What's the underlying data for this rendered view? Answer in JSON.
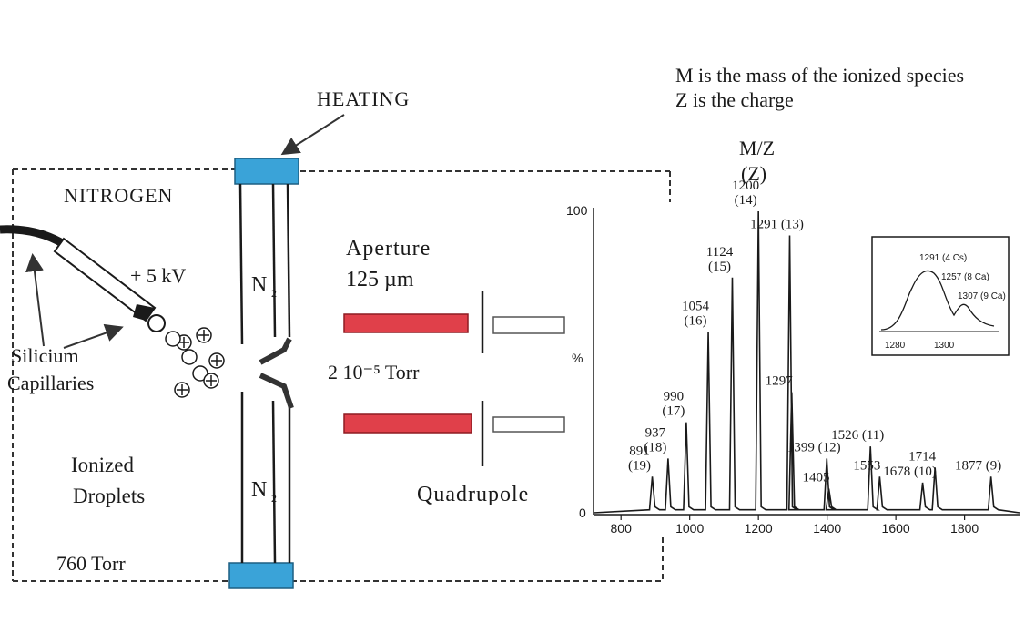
{
  "legend": {
    "line1": "M is the mass of the ionized species",
    "line2": "Z is the charge"
  },
  "labels": {
    "heating": "HEATING",
    "nitrogen": "NITROGEN",
    "voltage": "+ 5 kV",
    "silicium_line1": "Silicium",
    "silicium_line2": "Capillaries",
    "ionized_line1": "Ionized",
    "ionized_line2": "Droplets",
    "pressure_atm": "760 Torr",
    "aperture_line1": "Aperture",
    "aperture_line2": "125 µm",
    "vacuum_pressure": "2 10⁻⁵ Torr",
    "quadrupole": "Quadrupole",
    "n2": "N",
    "n2_sub": "2"
  },
  "colors": {
    "ink": "#1a1a1a",
    "heater_blue": "#3aa3d8",
    "quad_red": "#e0404a",
    "dashed": "#333333"
  },
  "chart_data": {
    "type": "line",
    "title_line1": "M/Z",
    "title_line2": "(Z)",
    "xlabel": "",
    "ylabel": "%",
    "y_ticks": [
      "100",
      "0"
    ],
    "x_ticks": [
      800,
      1000,
      1200,
      1400,
      1600,
      1800
    ],
    "xlim": [
      720,
      1960
    ],
    "ylim": [
      0,
      100
    ],
    "peaks": [
      {
        "x": 891,
        "y": 12,
        "label": "891\n(19)"
      },
      {
        "x": 937,
        "y": 18,
        "label": "937\n(18)"
      },
      {
        "x": 990,
        "y": 30,
        "label": "990\n(17)"
      },
      {
        "x": 1054,
        "y": 60,
        "label": "1054\n(16)"
      },
      {
        "x": 1124,
        "y": 78,
        "label": "1124\n(15)"
      },
      {
        "x": 1200,
        "y": 100,
        "label": "1200\n(14)"
      },
      {
        "x": 1291,
        "y": 92,
        "label": "1291 (13)"
      },
      {
        "x": 1297,
        "y": 40,
        "label": "1297"
      },
      {
        "x": 1399,
        "y": 18,
        "label": "1399 (12)"
      },
      {
        "x": 1405,
        "y": 8,
        "label": "1405"
      },
      {
        "x": 1526,
        "y": 22,
        "label": "1526 (11)"
      },
      {
        "x": 1553,
        "y": 12,
        "label": "1553"
      },
      {
        "x": 1678,
        "y": 10,
        "label": "1678 (10)"
      },
      {
        "x": 1714,
        "y": 15,
        "label": "1714"
      },
      {
        "x": 1877,
        "y": 12,
        "label": "1877 (9)"
      }
    ],
    "inset": {
      "labels": [
        "1291 (4 Cs)",
        "1257 (8 Ca)",
        "1307 (9 Ca)"
      ],
      "x_ticks": [
        1280,
        1300
      ]
    }
  }
}
